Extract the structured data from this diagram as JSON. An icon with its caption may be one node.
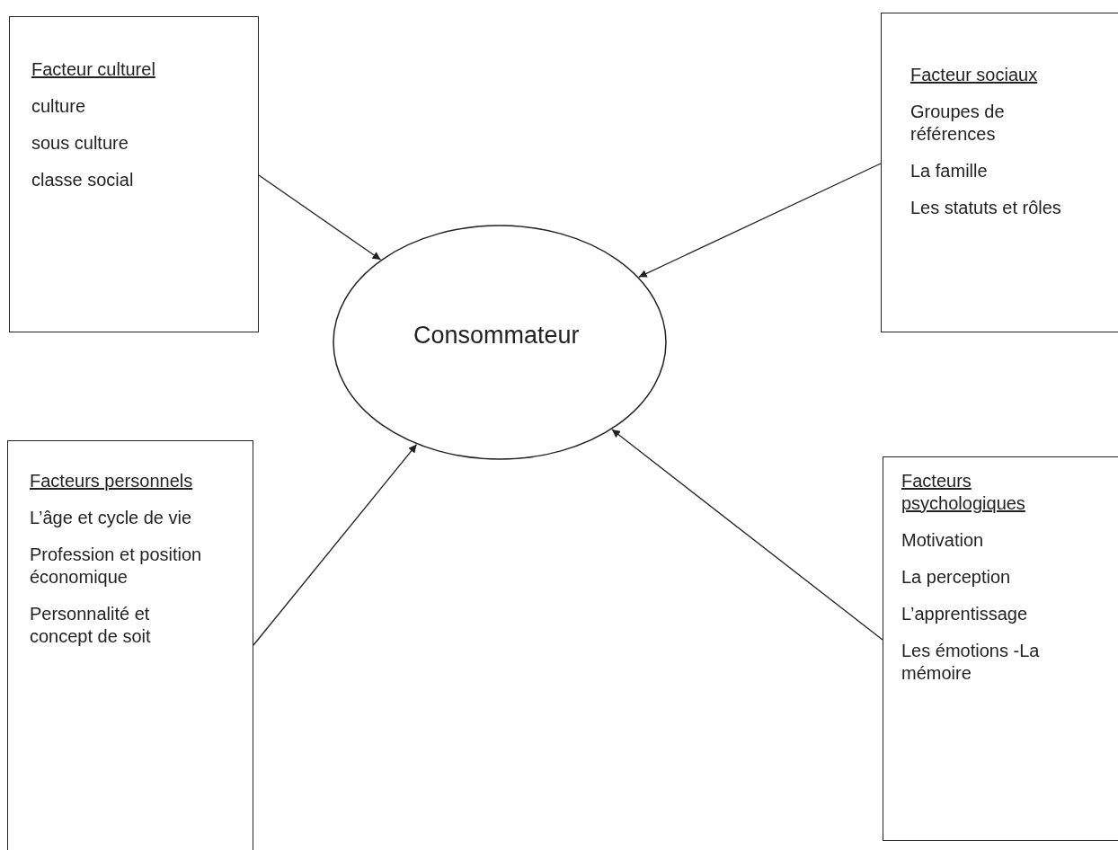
{
  "diagram": {
    "nodes": [
      {
        "text": [
          "Facteur culturel",
          "culture",
          "sous culture",
          "classe social"
        ]
      },
      {
        "text": [
          "Facteur sociaux",
          "Groupes de références",
          "La famille",
          "Les statuts et rôles"
        ]
      },
      {
        "text": [
          "Consommateur"
        ]
      },
      {
        "text": [
          "Facteurs personnels",
          "L’âge et cycle de vie",
          "Profession et position économique",
          "Personnalité et concept de soit"
        ]
      },
      {
        "text": [
          "Facteurs psychologiques",
          "Motivation",
          "La perception",
          "L’apprentissage",
          "Les émotions -La mémoire"
        ]
      }
    ],
    "edges": [
      {
        "from": 0,
        "to": 2,
        "arrow": "to"
      },
      {
        "from": 1,
        "to": 2,
        "arrow": "to"
      },
      {
        "from": 3,
        "to": 2,
        "arrow": "to"
      },
      {
        "from": 4,
        "to": 2,
        "arrow": "to"
      }
    ]
  }
}
